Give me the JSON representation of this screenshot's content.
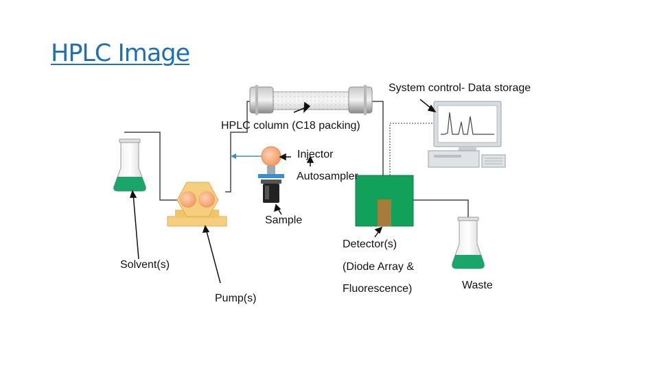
{
  "title": "HPLC Image",
  "labels": {
    "system_control": "System control- Data storage",
    "column": "HPLC column (C18 packing)",
    "injector": "Injector",
    "autosampler": "Autosampler",
    "sample": "Sample",
    "detector_line1": "Detector(s)",
    "detector_line2": "(Diode Array &",
    "detector_line3": "Fluorescence)",
    "solvent": "Solvent(s)",
    "pump": "Pump(s)",
    "waste": "Waste"
  },
  "colors": {
    "title": "#1f6fb5",
    "solvent_liquid": "#1aa56b",
    "detector_body": "#12a15a",
    "pump_body": "#f5cf7e",
    "pump_heads": "#f6a877",
    "injector": "#f6a877",
    "line": "#444444"
  }
}
